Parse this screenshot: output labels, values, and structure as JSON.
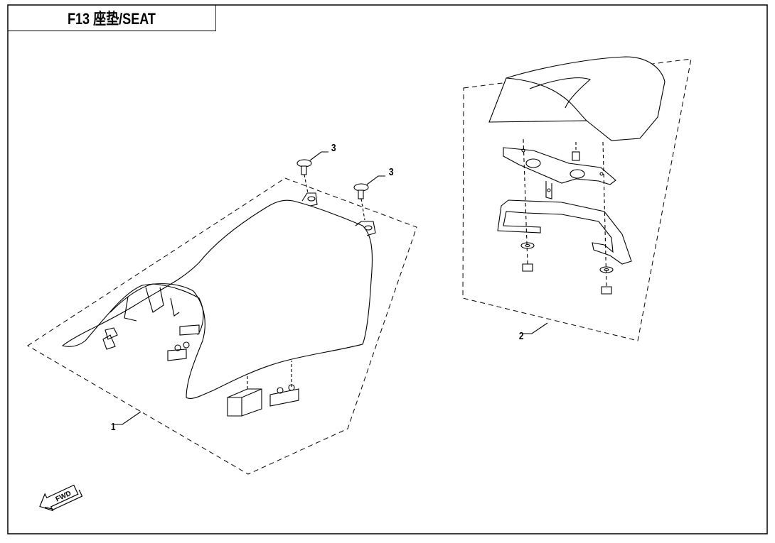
{
  "title": "F13  座垫/SEAT",
  "callouts": {
    "part1": "1",
    "part2": "2",
    "part3a": "3",
    "part3b": "3"
  },
  "fwd_label": "FWD"
}
